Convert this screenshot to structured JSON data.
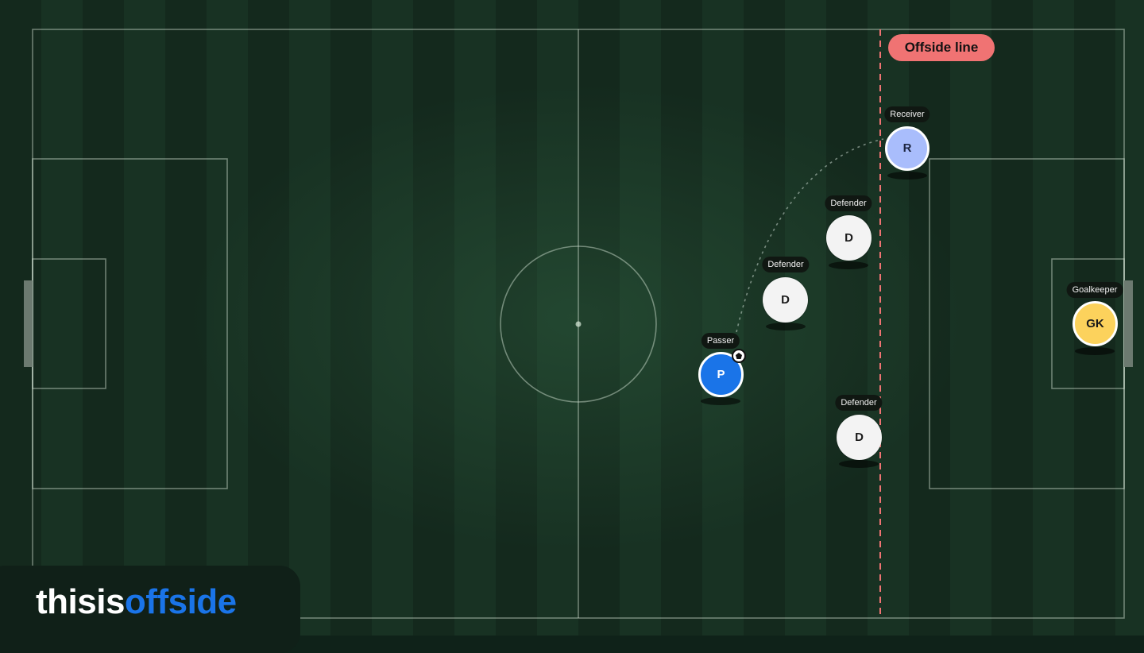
{
  "pitch": {
    "offside_line_label": "Offside line",
    "colors": {
      "offside": "#f07373",
      "passer": "#1a74e8",
      "receiver": "#a9bdfc",
      "goalkeeper": "#fcd25c",
      "defender": "#f3f3f3"
    },
    "players": {
      "receiver": {
        "label": "Receiver",
        "initial": "R"
      },
      "defender_top": {
        "label": "Defender",
        "initial": "D"
      },
      "defender_mid": {
        "label": "Defender",
        "initial": "D"
      },
      "defender_bottom": {
        "label": "Defender",
        "initial": "D"
      },
      "passer": {
        "label": "Passer",
        "initial": "P"
      },
      "goalkeeper": {
        "label": "Goalkeeper",
        "initial": "GK"
      }
    },
    "ball_icon": "ball-icon"
  },
  "brand": {
    "part1": "thisis",
    "part2": "offside"
  }
}
